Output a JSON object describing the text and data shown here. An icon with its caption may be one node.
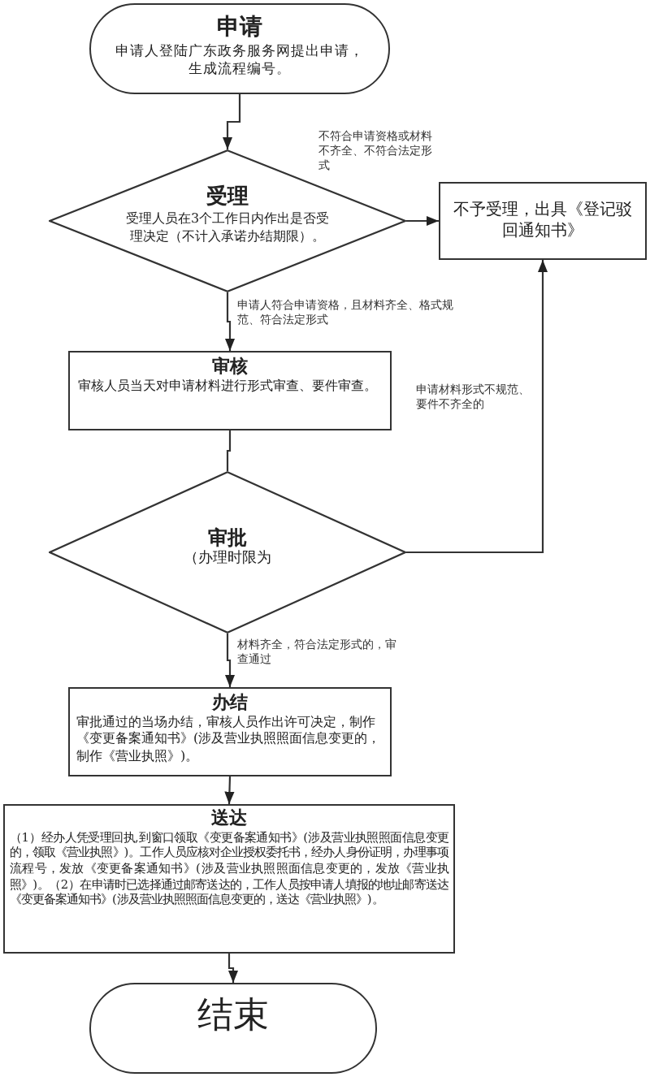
{
  "diagram": {
    "nodes": [
      {
        "text": [
          "申请",
          "申请人登陆广东政务服务网提出申请，生成流程编号。"
        ]
      },
      {
        "text": [
          "受理",
          "受理人员在3个工作日内作出是否受理决定（不计入承诺办结期限）。"
        ]
      },
      {
        "text": [
          "不予受理，出具《登记驳回通知书》"
        ]
      },
      {
        "text": [
          "审核",
          "审核人员当天对申请材料进行形式审查、要件审查。"
        ]
      },
      {
        "text": [
          "审批",
          "（办理时限为"
        ]
      },
      {
        "text": [
          "办结",
          "审批通过的当场办结，审核人员作出许可决定，制作《变更备案通知书》(涉及营业执照照面信息变更的，制作《营业执照》)。"
        ]
      },
      {
        "text": [
          "送达",
          "（1）经办人凭受理回执,到窗口领取《变更备案通知书》(涉及营业执照照面信息变更的，领取《营业执照》)。工作人员应核对企业授权委托书，经办人身份证明，办理事项流程号，发放《变更备案通知书》(涉及营业执照照面信息变更的，发放《营业执照》)。（2）在申请时已选择通过邮寄送达的，工作人员按申请人填报的地址邮寄送达《变更备案通知书》(涉及营业执照照面信息变更的，送达《营业执照》)。"
        ]
      },
      {
        "text": [
          "结束"
        ]
      }
    ],
    "edges": [
      {
        "from": 0,
        "to": 1,
        "arrow": "to"
      },
      {
        "from": 1,
        "to": 2,
        "arrow": "to",
        "label": "不符合申请资格或材料不齐全、不符合法定形式"
      },
      {
        "from": 1,
        "to": 3,
        "arrow": "to",
        "label": "申请人符合申请资格，且材料齐全、格式规范、符合法定形式"
      },
      {
        "from": 3,
        "to": 4,
        "arrow": "none"
      },
      {
        "from": 4,
        "to": 2,
        "arrow": "to",
        "label": "申请材料形式不规范、要件不齐全的"
      },
      {
        "from": 4,
        "to": 5,
        "arrow": "to",
        "label": "材料齐全，符合法定形式的，审查通过"
      },
      {
        "from": 5,
        "to": 6,
        "arrow": "to"
      },
      {
        "from": 6,
        "to": 7,
        "arrow": "to"
      }
    ]
  }
}
